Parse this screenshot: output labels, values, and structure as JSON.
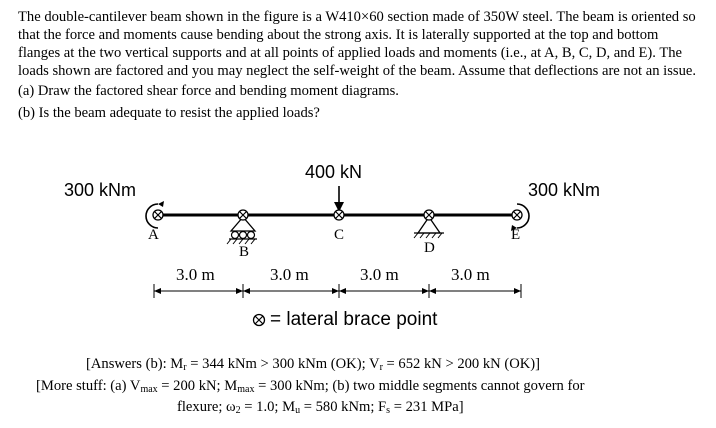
{
  "problem": {
    "intro": "The double-cantilever beam shown in the figure is a W410×60 section made of 350W steel. The beam is oriented so that the force and moments cause bending about the strong axis. It is laterally supported at the top and bottom flanges at the two vertical supports and at all points of applied loads and moments (i.e., at A, B, C, D, and E). The loads shown are factored and you may neglect the self-weight of the beam. Assume that deflections are not an issue.",
    "part_a": "(a) Draw the factored shear force and bending moment diagrams.",
    "part_b": "(b) Is the beam adequate to resist the applied loads?"
  },
  "figure": {
    "load_label": "400 kN",
    "moment_left_label": "300 kNm",
    "moment_right_label": "300 kNm",
    "points": [
      "A",
      "B",
      "C",
      "D",
      "E"
    ],
    "spans": [
      "3.0 m",
      "3.0 m",
      "3.0 m",
      "3.0 m"
    ],
    "legend_text": "= lateral brace point",
    "legend_icon": "lateral-brace-icon"
  },
  "answers": {
    "b_open": "[Answers (b): M",
    "b_sub1": "r",
    "b_mid": " = 344 kNm > 300 kNm (OK); V",
    "b_sub2": "r",
    "b_end": " = 652 kN > 200 kN (OK)]",
    "more_open": "[More stuff: (a) V",
    "more_sub1": "max",
    "more_mid1": " = 200 kN; M",
    "more_sub2": "max",
    "more_end": " = 300 kNm; (b) two middle segments cannot govern for",
    "line3_a": "flexure; ω",
    "line3_sub1": "2",
    "line3_b": " = 1.0; M",
    "line3_sub2": "u",
    "line3_c": " = 580 kNm; F",
    "line3_sub3": "s",
    "line3_d": " = 231 MPa]"
  }
}
